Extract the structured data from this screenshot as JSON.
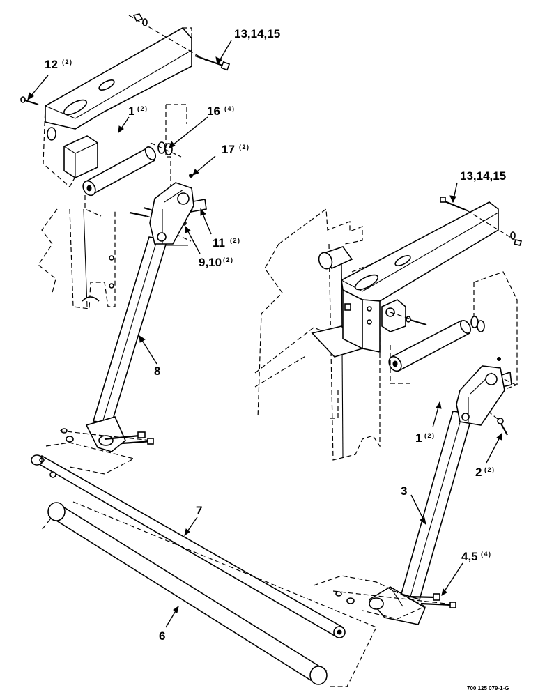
{
  "callouts": [
    {
      "id": "c-13-14-15-top",
      "number": "13,14,15",
      "qty": ""
    },
    {
      "id": "c-12",
      "number": "12",
      "qty": "(2)"
    },
    {
      "id": "c-1-left",
      "number": "1",
      "qty": "(2)"
    },
    {
      "id": "c-16",
      "number": "16",
      "qty": "(4)"
    },
    {
      "id": "c-17",
      "number": "17",
      "qty": "(2)"
    },
    {
      "id": "c-11",
      "number": "11",
      "qty": "(2)"
    },
    {
      "id": "c-9-10",
      "number": "9,10",
      "qty": "(2)"
    },
    {
      "id": "c-8",
      "number": "8",
      "qty": ""
    },
    {
      "id": "c-13-14-15-right",
      "number": "13,14,15",
      "qty": ""
    },
    {
      "id": "c-1-right",
      "number": "1",
      "qty": "(2)"
    },
    {
      "id": "c-2",
      "number": "2",
      "qty": "(2)"
    },
    {
      "id": "c-3",
      "number": "3",
      "qty": ""
    },
    {
      "id": "c-4-5",
      "number": "4,5",
      "qty": "(4)"
    },
    {
      "id": "c-7",
      "number": "7",
      "qty": ""
    },
    {
      "id": "c-6",
      "number": "6",
      "qty": ""
    }
  ],
  "drawing_ref": "700 125 079-1-G"
}
